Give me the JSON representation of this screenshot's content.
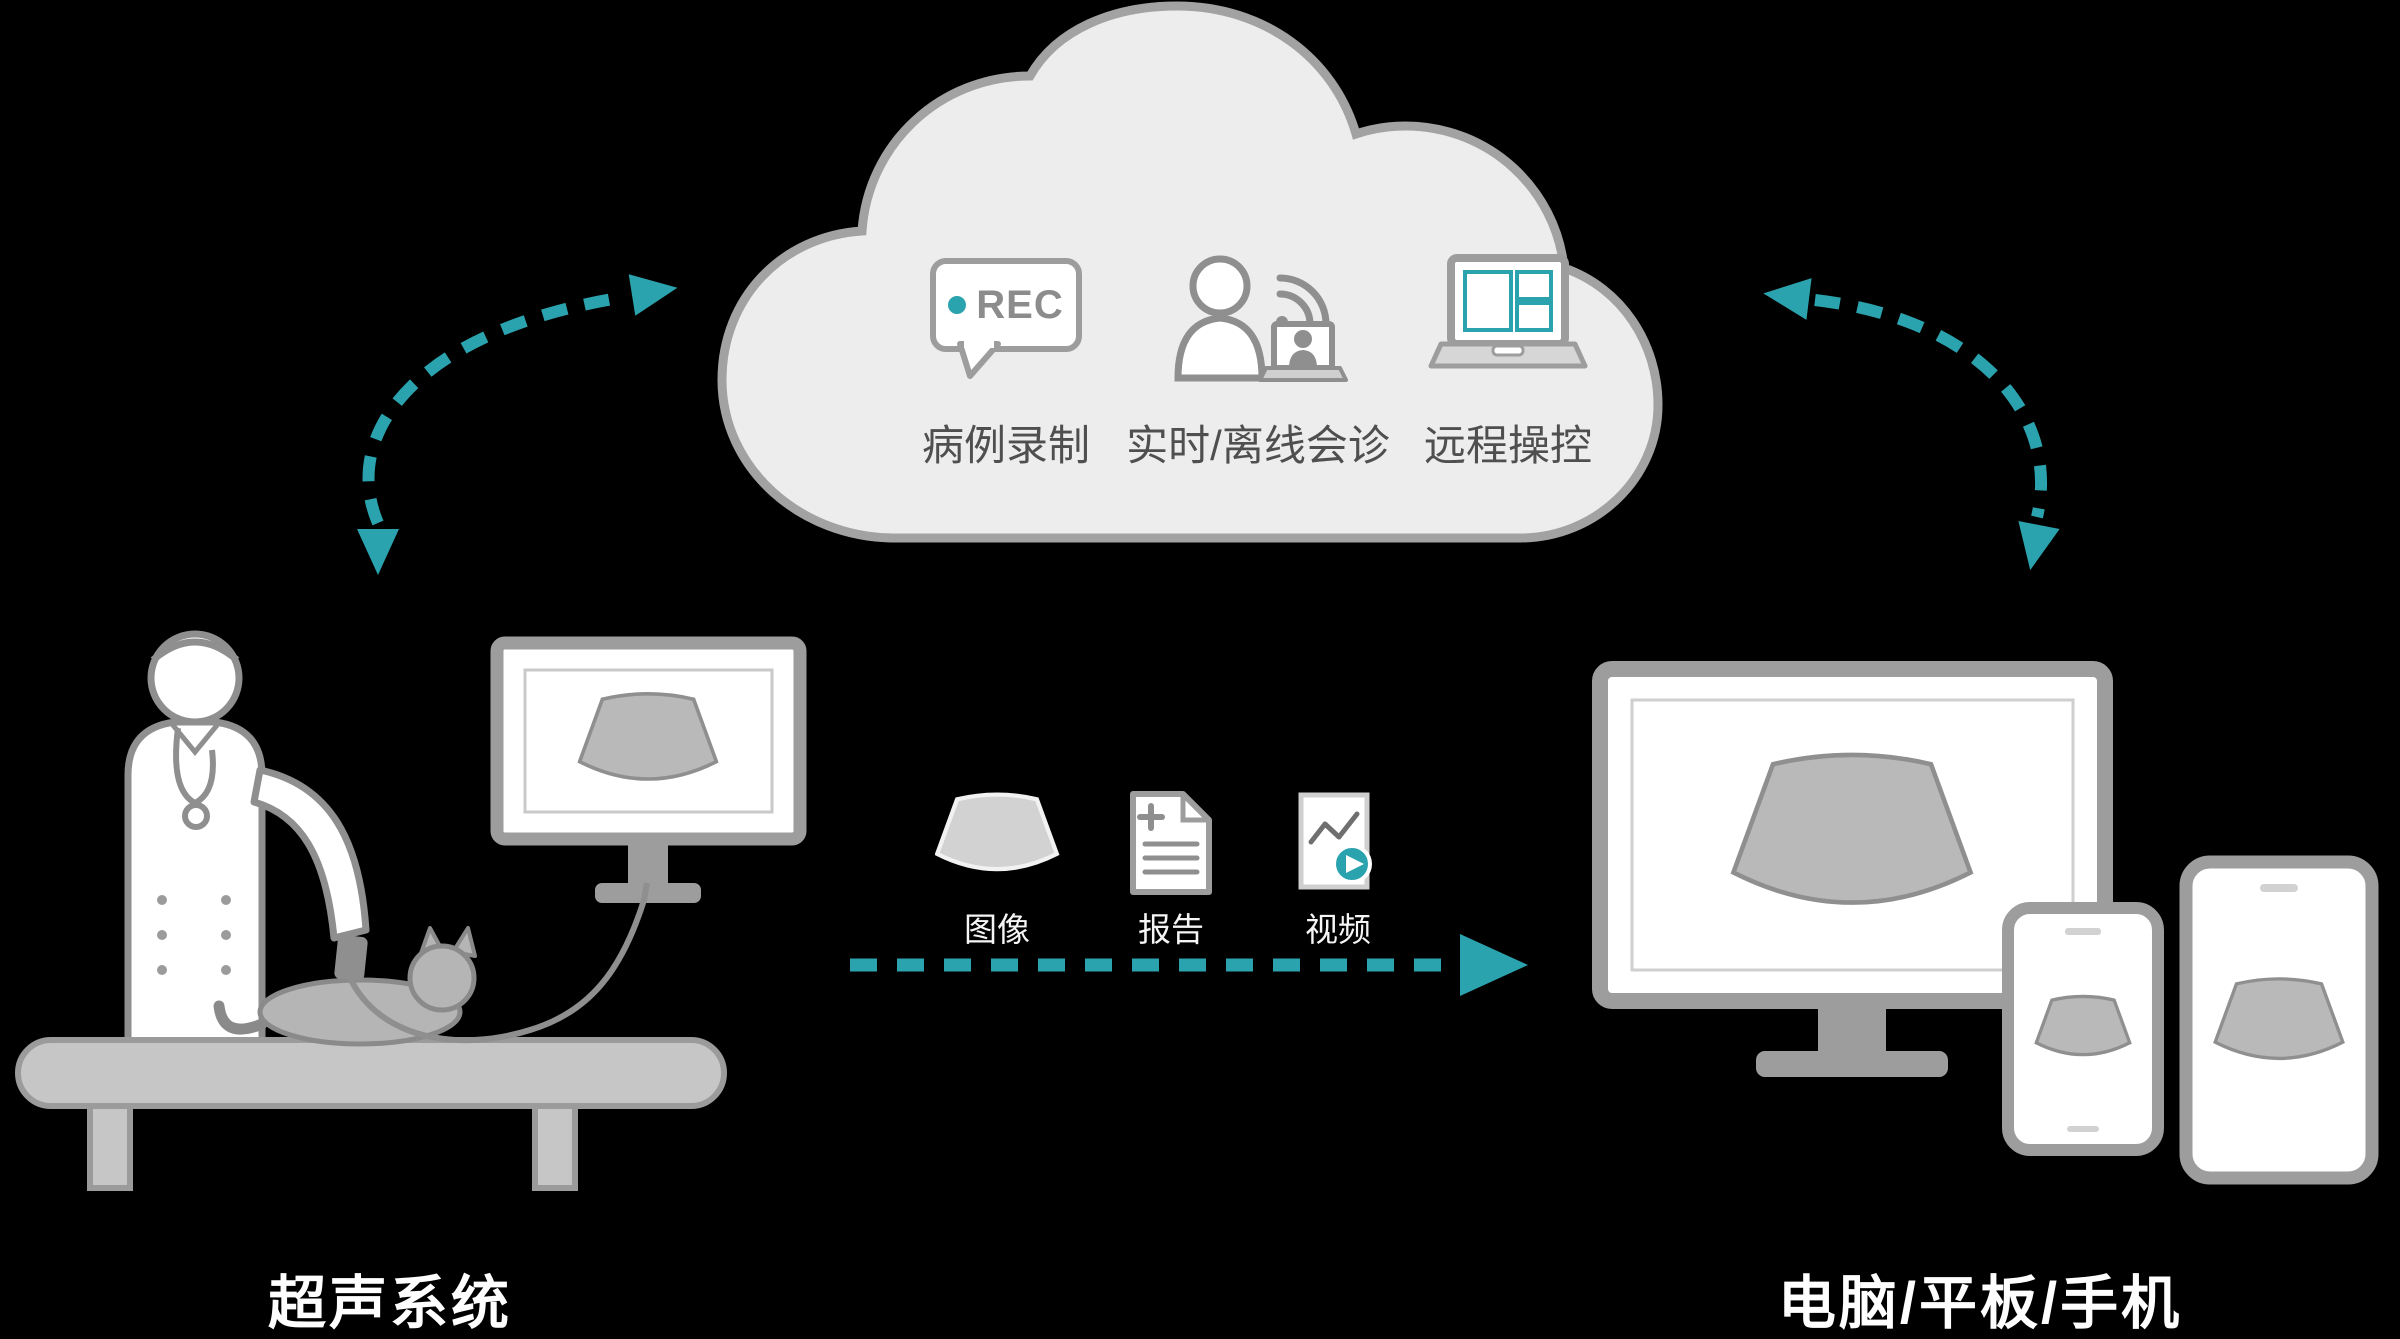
{
  "colors": {
    "background": "#000000",
    "accent_teal": "#2ba3ae",
    "outline_gray": "#9d9d9d",
    "icon_gray": "#8f8f8f",
    "cloud_fill": "#ededed",
    "device_fill": "#ffffff",
    "sector_fill": "#b9b9b9",
    "cloud_label_color": "#4f4f4f",
    "flow_label_color": "#f5f5f5",
    "node_label_color": "#fefefe"
  },
  "cloud": {
    "items": [
      {
        "icon": "rec-recording-icon",
        "badge": "REC",
        "label": "病例录制"
      },
      {
        "icon": "consultation-icon",
        "label": "实时/离线会诊"
      },
      {
        "icon": "remote-control-laptop-icon",
        "label": "远程操控"
      }
    ]
  },
  "flow": {
    "items": [
      {
        "icon": "ultrasound-image-icon",
        "label": "图像"
      },
      {
        "icon": "report-document-icon",
        "label": "报告"
      },
      {
        "icon": "video-play-icon",
        "label": "视频"
      }
    ]
  },
  "nodes": {
    "left_label": "超声系统",
    "right_label": "电脑/平板/手机"
  }
}
